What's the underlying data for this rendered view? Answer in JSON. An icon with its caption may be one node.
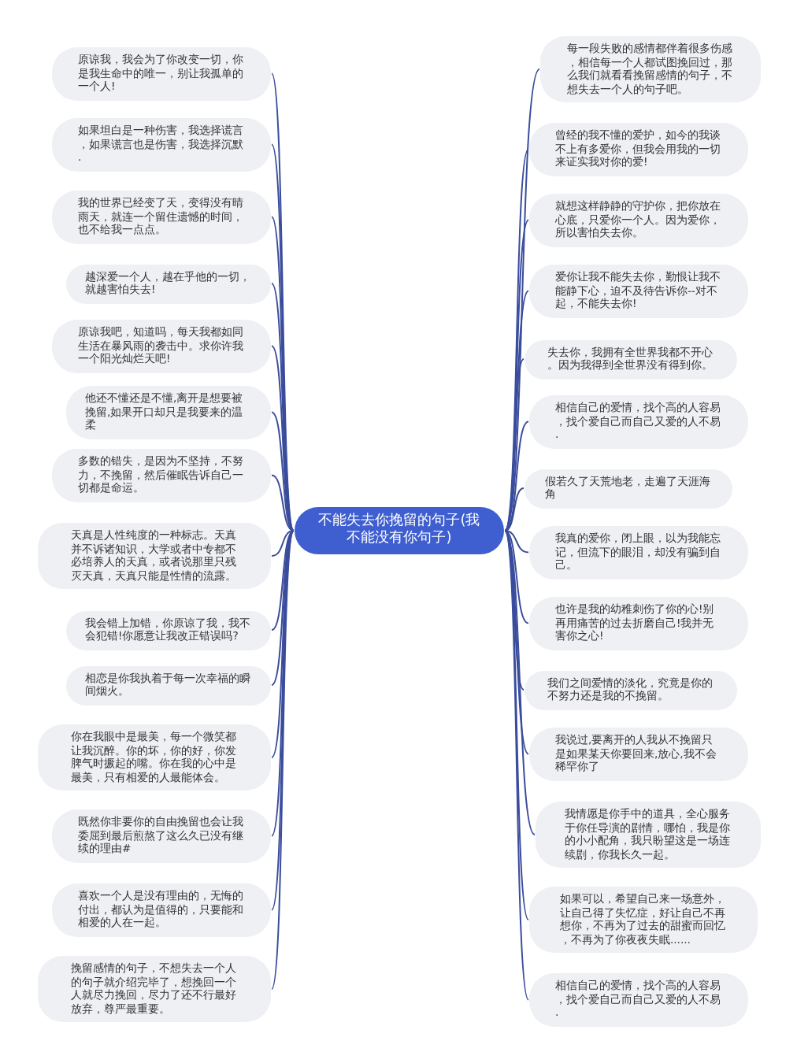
{
  "diagram": {
    "nodes": [
      {
        "text": [
          "不能失去你挽留的句子(我不能没有你句子)"
        ]
      },
      {
        "text": [
          "原谅我，我会为了你改变一切，你是我生命中的唯一，别让我孤单的一个人!"
        ]
      },
      {
        "text": [
          "如果坦白是一种伤害，我选择谎言，如果谎言也是伤害，我选择沉默."
        ]
      },
      {
        "text": [
          "我的世界已经变了天，变得没有晴雨天，就连一个留住遗憾的时间，也不给我一点点。"
        ]
      },
      {
        "text": [
          "越深爱一个人，越在乎他的一切，就越害怕失去!"
        ]
      },
      {
        "text": [
          "原谅我吧，知道吗，每天我都如同生活在暴风雨的袭击中。求你许我一个阳光灿烂天吧!"
        ]
      },
      {
        "text": [
          "他还不懂还是不懂,离开是想要被挽留,如果开口却只是我要来的温柔"
        ]
      },
      {
        "text": [
          "多数的错失，是因为不坚持，不努力，不挽留，然后催眠告诉自己一切都是命运。"
        ]
      },
      {
        "text": [
          "天真是人性纯度的一种标志。天真并不诉诸知识，大学或者中专都不必培养人的天真，或者说那里只残灭天真，天真只能是性情的流露。"
        ]
      },
      {
        "text": [
          "我会错上加错，你原谅了我，我不会犯错!你愿意让我改正错误吗?"
        ]
      },
      {
        "text": [
          "相恋是你我执着于每一次幸福的瞬间烟火。"
        ]
      },
      {
        "text": [
          "你在我眼中是最美，每一个微笑都让我沉醉。你的坏，你的好，你发脾气时撅起的嘴。你在我的心中是最美，只有相爱的人最能体会。"
        ]
      },
      {
        "text": [
          "既然你非要你的自由挽留也会让我委屈到最后煎熬了这么久已没有继续的理由#"
        ]
      },
      {
        "text": [
          "喜欢一个人是没有理由的，无悔的付出，都认为是值得的，只要能和相爱的人在一起。"
        ]
      },
      {
        "text": [
          "挽留感情的句子，不想失去一个人的句子就介绍完毕了，想挽回一个人就尽力挽回，尽力了还不行最好放弃，尊严最重要。"
        ]
      },
      {
        "text": [
          "每一段失败的感情都伴着很多伤感，相信每一个人都试图挽回过，那么我们就看看挽留感情的句子，不想失去一个人的句子吧。"
        ]
      },
      {
        "text": [
          "曾经的我不懂的爱护，如今的我谈不上有多爱你，但我会用我的一切来证实我对你的爱!"
        ]
      },
      {
        "text": [
          "就想这样静静的守护你，把你放在心底，只爱你一个人。因为爱你，所以害怕失去你。"
        ]
      },
      {
        "text": [
          "爱你让我不能失去你，勤恨让我不能静下心，迫不及待告诉你--对不起，不能失去你!"
        ]
      },
      {
        "text": [
          "失去你，我拥有全世界我都不开心。因为我得到全世界没有得到你。"
        ]
      },
      {
        "text": [
          "相信自己的爱情，找个高的人容易，找个爱自己而自己又爱的人不易."
        ]
      },
      {
        "text": [
          "假若久了天荒地老，走遍了天涯海角"
        ]
      },
      {
        "text": [
          "我真的爱你，闭上眼，以为我能忘记，但流下的眼泪，却没有骗到自己。"
        ]
      },
      {
        "text": [
          "也许是我的幼稚刺伤了你的心!别再用痛苦的过去折磨自己!我并无害你之心!"
        ]
      },
      {
        "text": [
          "我们之间爱情的淡化，究竟是你的不努力还是我的不挽留。"
        ]
      },
      {
        "text": [
          "我说过,要离开的人我从不挽留只是如果某天你要回来,放心,我不会稀罕你了"
        ]
      },
      {
        "text": [
          "我情愿是你手中的道具，全心服务于你任导演的剧情，哪怕，我是你的小小配角，我只盼望这是一场连续剧，你我长久一起。"
        ]
      },
      {
        "text": [
          "如果可以，希望自己来一场意外，让自己得了失忆症，好让自己不再想你，不再为了过去的甜蜜而回忆，不再为了你夜夜失眠......"
        ]
      },
      {
        "text": [
          "相信自己的爱情，找个高的人容易，找个爱自己而自己又爱的人不易."
        ]
      }
    ],
    "edges": [
      {
        "from": 0,
        "to": 1,
        "arrow": "none"
      },
      {
        "from": 0,
        "to": 2,
        "arrow": "none"
      },
      {
        "from": 0,
        "to": 3,
        "arrow": "none"
      },
      {
        "from": 0,
        "to": 4,
        "arrow": "none"
      },
      {
        "from": 0,
        "to": 5,
        "arrow": "none"
      },
      {
        "from": 0,
        "to": 6,
        "arrow": "none"
      },
      {
        "from": 0,
        "to": 7,
        "arrow": "none"
      },
      {
        "from": 0,
        "to": 8,
        "arrow": "none"
      },
      {
        "from": 0,
        "to": 9,
        "arrow": "none"
      },
      {
        "from": 0,
        "to": 10,
        "arrow": "none"
      },
      {
        "from": 0,
        "to": 11,
        "arrow": "none"
      },
      {
        "from": 0,
        "to": 12,
        "arrow": "none"
      },
      {
        "from": 0,
        "to": 13,
        "arrow": "none"
      },
      {
        "from": 0,
        "to": 14,
        "arrow": "none"
      },
      {
        "from": 0,
        "to": 15,
        "arrow": "none"
      },
      {
        "from": 0,
        "to": 16,
        "arrow": "none"
      },
      {
        "from": 0,
        "to": 17,
        "arrow": "none"
      },
      {
        "from": 0,
        "to": 18,
        "arrow": "none"
      },
      {
        "from": 0,
        "to": 19,
        "arrow": "none"
      },
      {
        "from": 0,
        "to": 20,
        "arrow": "none"
      },
      {
        "from": 0,
        "to": 21,
        "arrow": "none"
      },
      {
        "from": 0,
        "to": 22,
        "arrow": "none"
      },
      {
        "from": 0,
        "to": 23,
        "arrow": "none"
      },
      {
        "from": 0,
        "to": 24,
        "arrow": "none"
      },
      {
        "from": 0,
        "to": 25,
        "arrow": "none"
      },
      {
        "from": 0,
        "to": 26,
        "arrow": "none"
      },
      {
        "from": 0,
        "to": 27,
        "arrow": "none"
      },
      {
        "from": 0,
        "to": 28,
        "arrow": "none"
      }
    ]
  }
}
